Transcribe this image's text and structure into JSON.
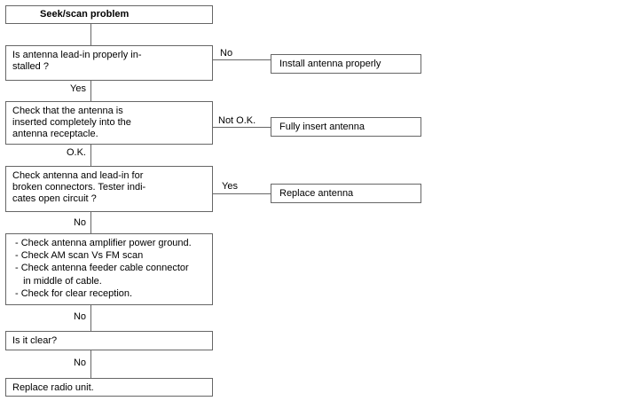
{
  "colors": {
    "border": "#666666",
    "text": "#000000",
    "background": "#ffffff"
  },
  "nodes": {
    "start": {
      "title": "Seek/scan problem"
    },
    "decision_leadin": {
      "line1": "Is antenna lead-in properly in-",
      "line2": "stalled ?"
    },
    "action_install": {
      "label": "Install antenna properly"
    },
    "check_inserted": {
      "line1": "Check that the antenna is",
      "line2": "inserted completely into the",
      "line3": "antenna receptacle."
    },
    "action_insert": {
      "label": "Fully insert antenna"
    },
    "check_connectors": {
      "line1": "Check antenna and lead-in for",
      "line2": "broken connectors. Tester indi-",
      "line3": "cates open circuit ?"
    },
    "action_replace_antenna": {
      "label": "Replace antenna"
    },
    "checklist": {
      "line1": "- Check antenna amplifier power ground.",
      "line2": "- Check AM scan Vs FM scan",
      "line3": "- Check antenna feeder cable connector",
      "line4": "   in middle of cable.",
      "line5": "- Check for clear reception."
    },
    "decision_clear": {
      "label": "Is it clear?"
    },
    "action_replace_radio": {
      "label": "Replace radio unit."
    }
  },
  "edge_labels": {
    "leadin_no": "No",
    "leadin_yes": "Yes",
    "inserted_not_ok": "Not O.K.",
    "inserted_ok": "O.K.",
    "connectors_yes": "Yes",
    "connectors_no": "No",
    "checklist_no": "No",
    "clear_no": "No"
  }
}
